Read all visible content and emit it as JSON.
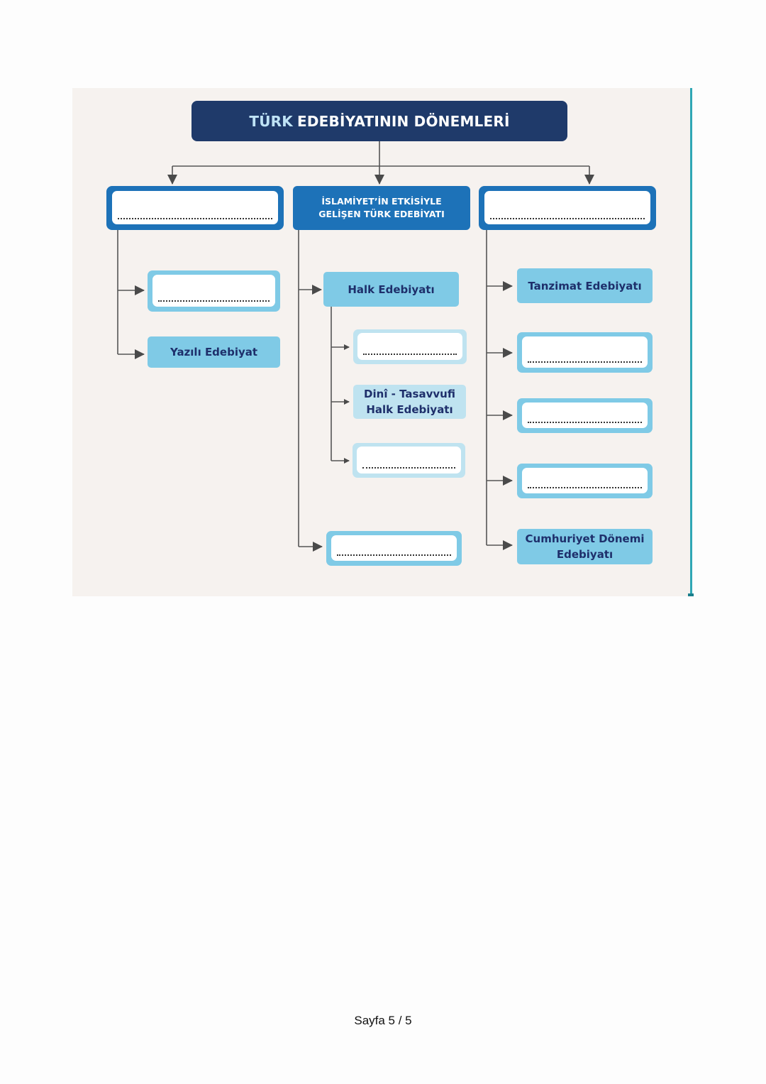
{
  "title": {
    "prefix": "TÜRK",
    "rest": "EDEBİYATININ DÖNEMLERİ"
  },
  "middle_header": {
    "line1": "İSLAMİYET’İN ETKİSİYLE",
    "line2": "GELİŞEN TÜRK EDEBİYATI"
  },
  "labels": {
    "yazili": "Yazılı Edebiyat",
    "halk": "Halk Edebiyatı",
    "dini_line1": "Dinî - Tasavvufi",
    "dini_line2": "Halk Edebiyatı",
    "tanzimat": "Tanzimat Edebiyatı",
    "cumhuriyet_line1": "Cumhuriyet Dönemi",
    "cumhuriyet_line2": "Edebiyatı"
  },
  "footer": "Sayfa 5 / 5",
  "colors": {
    "dark_blue": "#1f3a6a",
    "blue": "#1d72b8",
    "light_blue": "#7fcae6",
    "pale_blue": "#bfe3f0",
    "label_text": "#1e2f6b",
    "background": "#f6f2ef"
  }
}
